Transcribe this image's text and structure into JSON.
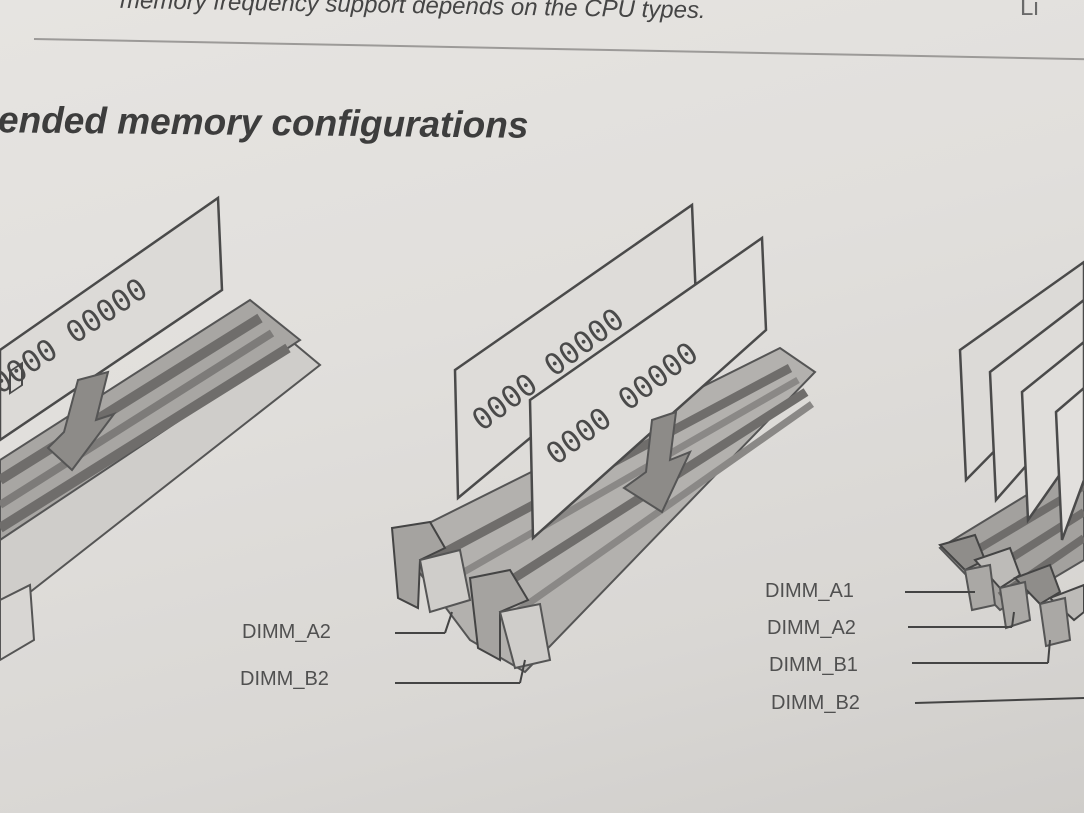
{
  "intro_text": "memory frequency support depends on the CPU types.",
  "intro_text_cut": "Li",
  "section_title": "ended memory configurations",
  "configs": [
    {
      "modules": 1,
      "labels": []
    },
    {
      "modules": 2,
      "labels": [
        "DIMM_A2",
        "DIMM_B2"
      ]
    },
    {
      "modules": 4,
      "labels": [
        "DIMM_A1",
        "DIMM_A2",
        "DIMM_B1",
        "DIMM_B2"
      ]
    }
  ],
  "colors": {
    "paper": "#e2e0dd",
    "ink": "#3a3a3a",
    "slot_dark": "#6f6d6b",
    "module_fill": "#dddcda"
  }
}
